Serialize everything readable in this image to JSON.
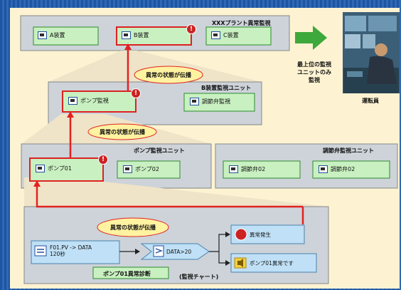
{
  "plant": {
    "title": "XXXプラント異常監視",
    "nodes": [
      "A装置",
      "B装置",
      "C装置"
    ]
  },
  "b_unit": {
    "title": "B装置監視ユニット",
    "nodes": [
      "ポンプ監視",
      "調節弁監視"
    ]
  },
  "pump_unit": {
    "title": "ポンプ監視ユニット",
    "nodes": [
      "ポンプ01",
      "ポンプ02"
    ]
  },
  "valve_unit": {
    "title": "調節弁監視ユニット",
    "nodes": [
      "調節弁02",
      "調節弁02"
    ]
  },
  "operator": {
    "note": "最上位の監視\nユニットのみ\n監視",
    "label": "運転員"
  },
  "propagation": [
    "異常の状態が伝播",
    "異常の状態が伝播",
    "異常の状態が伝播"
  ],
  "chart": {
    "source": "F01.PV -> DATA\n120秒",
    "compare": "DATA>20",
    "alarm": "異常発生",
    "message": "ポンプ01異常です",
    "name": "ポンプ01異常診断",
    "caption": "(監視チャート)"
  },
  "colors": {
    "background": "#fdf3d2",
    "unit_box": "#cdd3d9",
    "node_fill": "#c8f0c0",
    "node_border": "#2e8b2e",
    "alert_border": "#dd2222",
    "propagation_line": "#e22222",
    "bubble_fill": "#fff2a0",
    "op_fill": "#bfe0f6",
    "arrow_green": "#3da83b"
  }
}
